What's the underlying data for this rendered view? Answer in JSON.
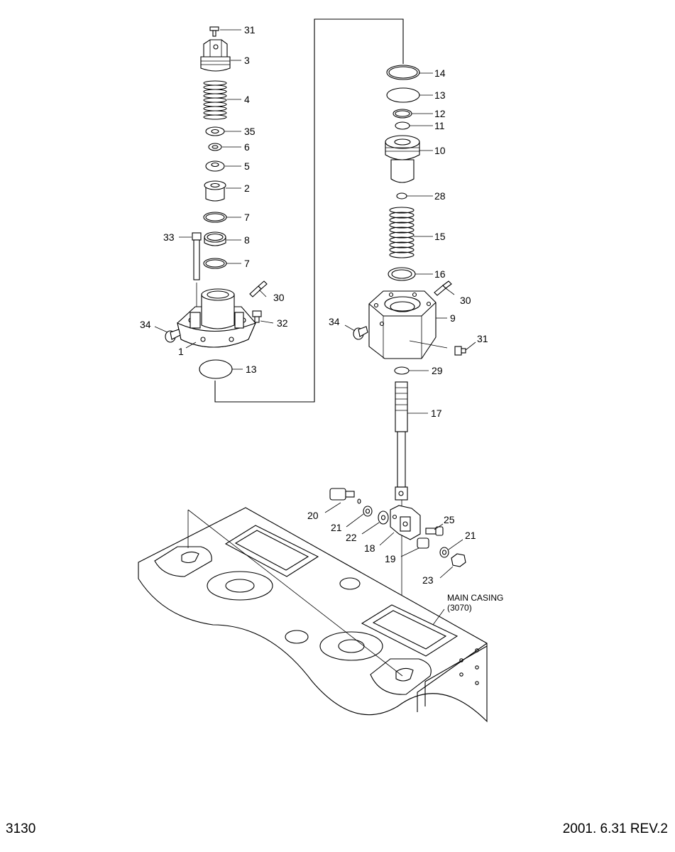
{
  "labels": {
    "l31a": "31",
    "l3": "3",
    "l4": "4",
    "l35": "35",
    "l6": "6",
    "l5": "5",
    "l2": "2",
    "l7a": "7",
    "l8": "8",
    "l33": "33",
    "l7b": "7",
    "l30a": "30",
    "l32": "32",
    "l34a": "34",
    "l1": "1",
    "l13a": "13",
    "l14": "14",
    "l13b": "13",
    "l12": "12",
    "l11": "11",
    "l10": "10",
    "l28": "28",
    "l15": "15",
    "l16": "16",
    "l30b": "30",
    "l9": "9",
    "l34b": "34",
    "l31b": "31",
    "l29": "29",
    "l17": "17",
    "l20": "20",
    "l21a": "21",
    "l22": "22",
    "l25": "25",
    "l21b": "21",
    "l18": "18",
    "l19": "19",
    "l23": "23",
    "main_casing": "MAIN CASING",
    "main_casing_ref": "(3070)"
  },
  "footer": {
    "page_number": "3130",
    "revision": "2001. 6.31 REV.2"
  }
}
